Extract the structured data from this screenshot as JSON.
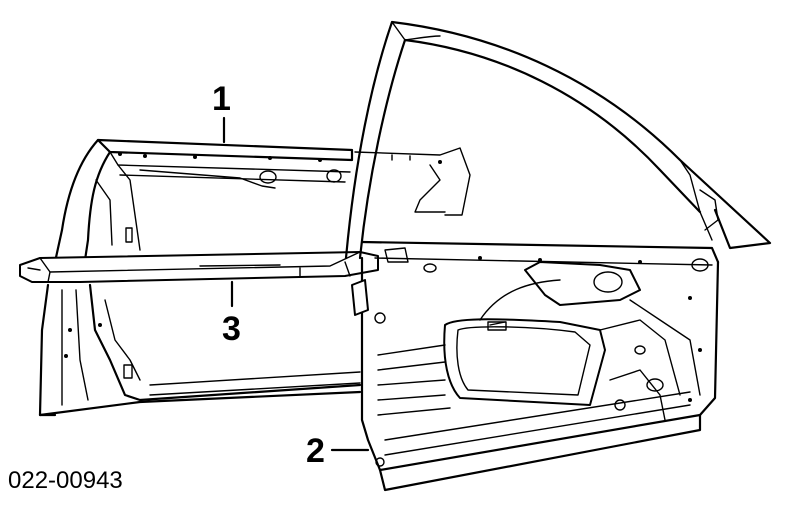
{
  "callouts": [
    {
      "id": "1",
      "label": "1"
    },
    {
      "id": "2",
      "label": "2"
    },
    {
      "id": "3",
      "label": "3"
    }
  ],
  "part_number": "022-00943"
}
